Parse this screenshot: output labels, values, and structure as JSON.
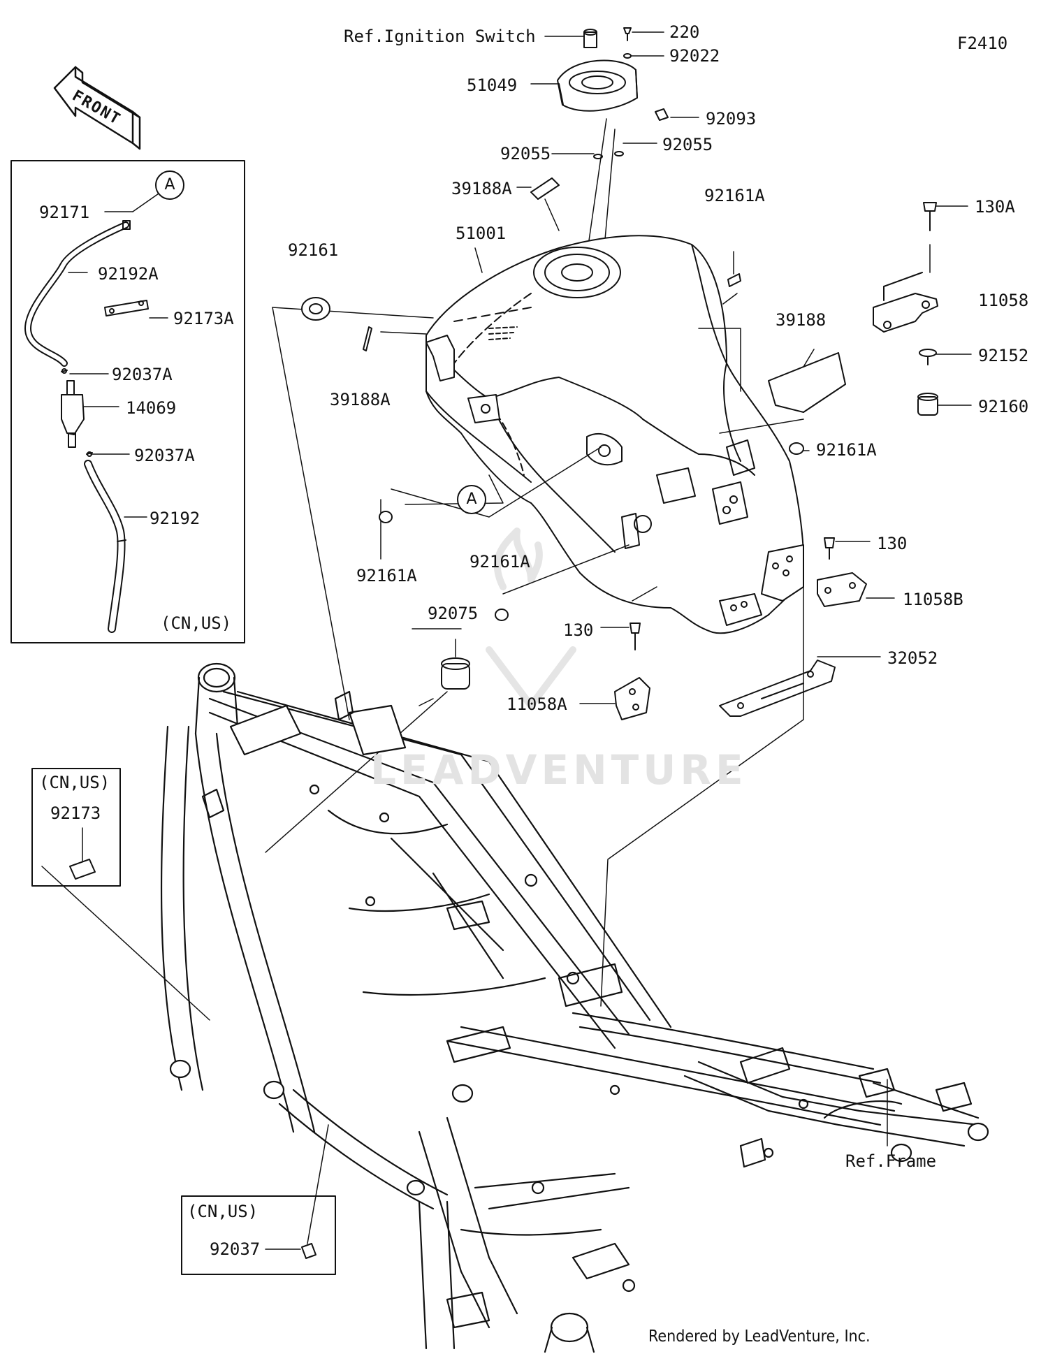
{
  "figure_code": "F2410",
  "direction_arrow": "FRONT",
  "circle_marker": "A",
  "watermark": "LEADVENTURE",
  "footer": "Rendered by LeadVenture, Inc.",
  "refs": {
    "ignition_switch": "Ref.Ignition Switch",
    "frame": "Ref.Frame"
  },
  "region_note": "(CN,US)",
  "parts": {
    "p220": "220",
    "p92022": "92022",
    "p51049": "51049",
    "p92093": "92093",
    "p92055_left": "92055",
    "p92055_right": "92055",
    "p39188A_top": "39188A",
    "p51001": "51001",
    "p92161A_top": "92161A",
    "p92161": "92161",
    "p39188A_left": "39188A",
    "p39188": "39188",
    "p130A": "130A",
    "p11058": "11058",
    "p92152": "92152",
    "p92160": "92160",
    "p92161A_right": "92161A",
    "p92161A_left": "92161A",
    "p92161A_mid": "92161A",
    "p92075": "92075",
    "p130_right": "130",
    "p11058B": "11058B",
    "p130_mid": "130",
    "p32052": "32052",
    "p11058A": "11058A",
    "p92171": "92171",
    "p92192A": "92192A",
    "p92173A": "92173A",
    "p92037A_1": "92037A",
    "p14069": "14069",
    "p92037A_2": "92037A",
    "p92192": "92192",
    "p92173": "92173",
    "p92037": "92037"
  }
}
